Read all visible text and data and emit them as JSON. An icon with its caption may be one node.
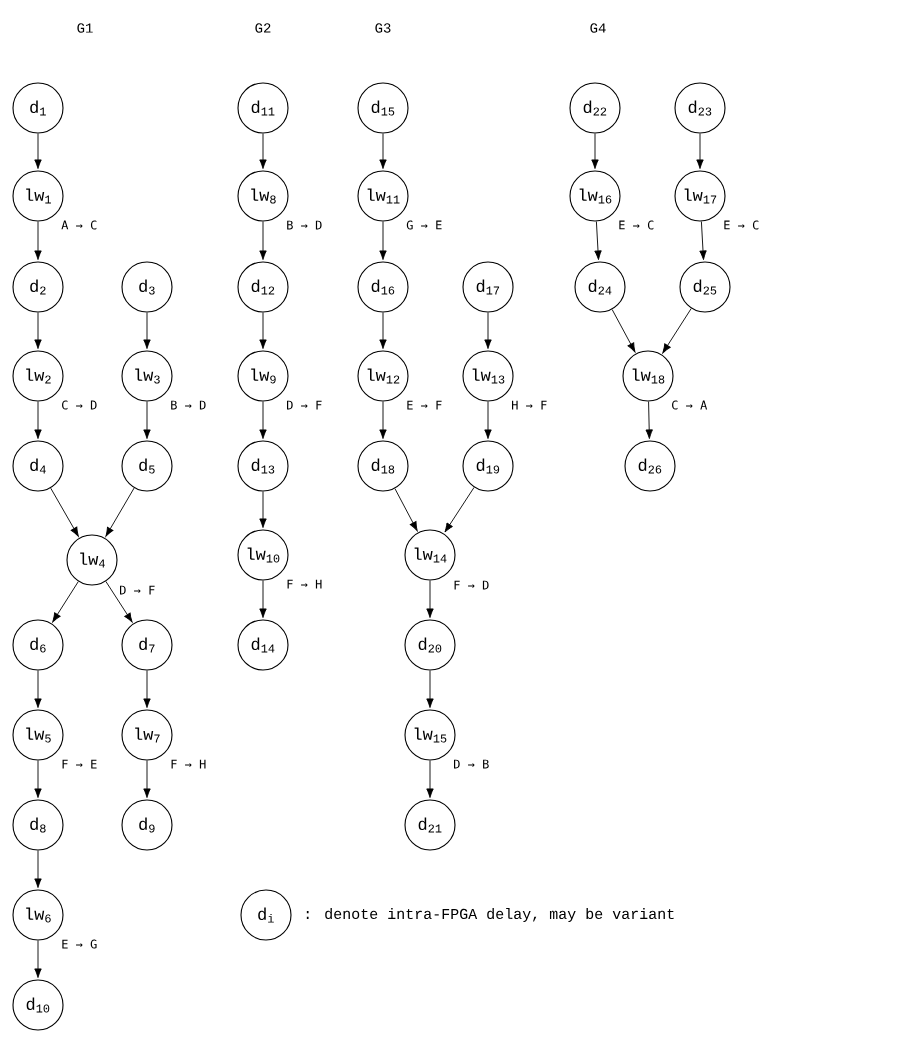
{
  "diagram": {
    "nodes": [
      {
        "text": [
          "d$_{1}$"
        ]
      },
      {
        "text": [
          "lw$_{1}$"
        ]
      },
      {
        "text": [
          "d$_{2}$"
        ]
      },
      {
        "text": [
          "d$_{3}$"
        ]
      },
      {
        "text": [
          "lw$_{2}$"
        ]
      },
      {
        "text": [
          "lw$_{3}$"
        ]
      },
      {
        "text": [
          "d$_{4}$"
        ]
      },
      {
        "text": [
          "d$_{5}$"
        ]
      },
      {
        "text": [
          "lw$_{4}$"
        ]
      },
      {
        "text": [
          "d$_{6}$"
        ]
      },
      {
        "text": [
          "d$_{7}$"
        ]
      },
      {
        "text": [
          "lw$_{5}$"
        ]
      },
      {
        "text": [
          "lw$_{7}$"
        ]
      },
      {
        "text": [
          "d$_{8}$"
        ]
      },
      {
        "text": [
          "d$_{9}$"
        ]
      },
      {
        "text": [
          "lw$_{6}$"
        ]
      },
      {
        "text": [
          "d$_{10}$"
        ]
      },
      {
        "text": [
          "d$_{11}$"
        ]
      },
      {
        "text": [
          "lw$_{8}$"
        ]
      },
      {
        "text": [
          "d$_{12}$"
        ]
      },
      {
        "text": [
          "lw$_{9}$"
        ]
      },
      {
        "text": [
          "d$_{13}$"
        ]
      },
      {
        "text": [
          "lw$_{10}$"
        ]
      },
      {
        "text": [
          "d$_{14}$"
        ]
      },
      {
        "text": [
          "d$_{15}$"
        ]
      },
      {
        "text": [
          "lw$_{11}$"
        ]
      },
      {
        "text": [
          "d$_{16}$"
        ]
      },
      {
        "text": [
          "d$_{17}$"
        ]
      },
      {
        "text": [
          "lw$_{12}$"
        ]
      },
      {
        "text": [
          "lw$_{13}$"
        ]
      },
      {
        "text": [
          "d$_{18}$"
        ]
      },
      {
        "text": [
          "d$_{19}$"
        ]
      },
      {
        "text": [
          "lw$_{14}$"
        ]
      },
      {
        "text": [
          "d$_{20}$"
        ]
      },
      {
        "text": [
          "lw$_{15}$"
        ]
      },
      {
        "text": [
          "d$_{21}$"
        ]
      },
      {
        "text": [
          "d$_{22}$"
        ]
      },
      {
        "text": [
          "d$_{23}$"
        ]
      },
      {
        "text": [
          "lw$_{16}$"
        ]
      },
      {
        "text": [
          "lw$_{17}$"
        ]
      },
      {
        "text": [
          "d$_{24}$"
        ]
      },
      {
        "text": [
          "d$_{25}$"
        ]
      },
      {
        "text": [
          "lw$_{18}$"
        ]
      },
      {
        "text": [
          "d$_{26}$"
        ]
      },
      {
        "text": [
          "d$_{i}$"
        ],
        "beside": [
          ": denote intra-FPGA delay, may be variant"
        ]
      }
    ],
    "edges": [
      {
        "from": 0,
        "to": 1,
        "arrow": "to"
      },
      {
        "from": 1,
        "to": 2,
        "arrow": "to",
        "label": "A → C"
      },
      {
        "from": 2,
        "to": 4,
        "arrow": "to"
      },
      {
        "from": 4,
        "to": 6,
        "arrow": "to",
        "label": "C → D"
      },
      {
        "from": 3,
        "to": 5,
        "arrow": "to"
      },
      {
        "from": 5,
        "to": 7,
        "arrow": "to",
        "label": "B → D"
      },
      {
        "from": 6,
        "to": 8,
        "arrow": "to"
      },
      {
        "from": 7,
        "to": 8,
        "arrow": "to"
      },
      {
        "from": 8,
        "to": 9,
        "arrow": "to"
      },
      {
        "from": 8,
        "to": 10,
        "arrow": "to",
        "label": "D → F"
      },
      {
        "from": 9,
        "to": 11,
        "arrow": "to"
      },
      {
        "from": 11,
        "to": 13,
        "arrow": "to",
        "label": "F → E"
      },
      {
        "from": 10,
        "to": 12,
        "arrow": "to"
      },
      {
        "from": 12,
        "to": 14,
        "arrow": "to",
        "label": "F → H"
      },
      {
        "from": 13,
        "to": 15,
        "arrow": "to"
      },
      {
        "from": 15,
        "to": 16,
        "arrow": "to",
        "label": "E → G"
      },
      {
        "from": 17,
        "to": 18,
        "arrow": "to"
      },
      {
        "from": 18,
        "to": 19,
        "arrow": "to",
        "label": "B → D"
      },
      {
        "from": 19,
        "to": 20,
        "arrow": "to"
      },
      {
        "from": 20,
        "to": 21,
        "arrow": "to",
        "label": "D → F"
      },
      {
        "from": 21,
        "to": 22,
        "arrow": "to"
      },
      {
        "from": 22,
        "to": 23,
        "arrow": "to",
        "label": "F → H"
      },
      {
        "from": 24,
        "to": 25,
        "arrow": "to"
      },
      {
        "from": 25,
        "to": 26,
        "arrow": "to",
        "label": "G → E"
      },
      {
        "from": 26,
        "to": 28,
        "arrow": "to"
      },
      {
        "from": 28,
        "to": 30,
        "arrow": "to",
        "label": "E → F"
      },
      {
        "from": 27,
        "to": 29,
        "arrow": "to"
      },
      {
        "from": 29,
        "to": 31,
        "arrow": "to",
        "label": "H → F"
      },
      {
        "from": 30,
        "to": 32,
        "arrow": "to"
      },
      {
        "from": 31,
        "to": 32,
        "arrow": "to"
      },
      {
        "from": 32,
        "to": 33,
        "arrow": "to",
        "label": "F → D"
      },
      {
        "from": 33,
        "to": 34,
        "arrow": "to"
      },
      {
        "from": 34,
        "to": 35,
        "arrow": "to",
        "label": "D → B"
      },
      {
        "from": 36,
        "to": 38,
        "arrow": "to"
      },
      {
        "from": 37,
        "to": 39,
        "arrow": "to"
      },
      {
        "from": 38,
        "to": 40,
        "arrow": "to",
        "label": "E → C"
      },
      {
        "from": 39,
        "to": 41,
        "arrow": "to",
        "label": "E → C"
      },
      {
        "from": 40,
        "to": 42,
        "arrow": "to"
      },
      {
        "from": 41,
        "to": 42,
        "arrow": "to"
      },
      {
        "from": 42,
        "to": 43,
        "arrow": "to",
        "label": "C → A"
      }
    ],
    "labels": [
      "G1",
      "G2",
      "G3",
      "G4"
    ]
  }
}
